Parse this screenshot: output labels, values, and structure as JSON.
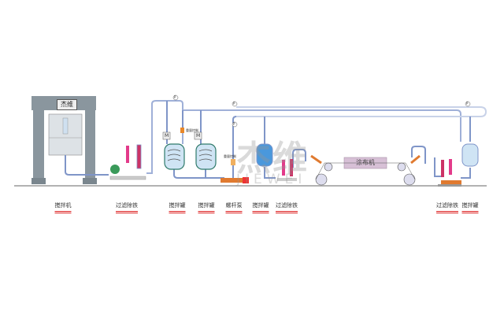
{
  "diagram": {
    "machine_label": "杰维",
    "coater_label": "涂布机",
    "watermark": {
      "cn": "杰维",
      "en": "JIEWEI"
    },
    "small_labels": [
      "重量控制",
      "重量控制"
    ],
    "pressure_gauge_symbol": "P",
    "motor_symbol": "M",
    "equipment_labels": [
      "搅拌机",
      "过滤除铁",
      "搅拌罐",
      "搅拌罐",
      "螺杆泵",
      "搅拌罐",
      "过滤除铁",
      "过滤除铁",
      "搅拌罐"
    ],
    "colors": {
      "pipe": "#7f95c8",
      "frame": "#8a969e",
      "label_underline": "#d22222",
      "coater": "#d7c0d6",
      "screw_pump": "#e07a30",
      "filter": "#cc3366"
    }
  }
}
